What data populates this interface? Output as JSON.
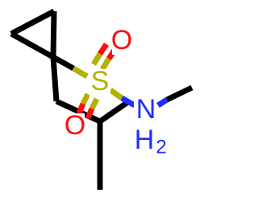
{
  "molecule": {
    "atoms": {
      "sulfur": {
        "symbol": "S",
        "color": "#b2b200"
      },
      "oxygen_top": {
        "symbol": "O",
        "color": "#ff0d0d"
      },
      "oxygen_bottom": {
        "symbol": "O",
        "color": "#ff0d0d"
      },
      "nitrogen": {
        "symbol": "N",
        "color": "#1f2eff"
      },
      "hydrogen": {
        "symbol": "H",
        "count": "2",
        "color": "#1f2eff"
      }
    },
    "colors": {
      "carbon_bond": "#000000",
      "background": "#ffffff"
    }
  }
}
